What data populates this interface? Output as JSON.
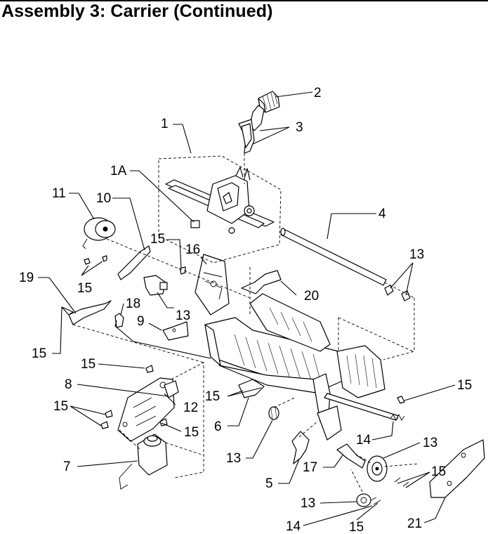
{
  "page": {
    "title": "Assembly 3: Carrier (Continued)"
  },
  "callouts": {
    "c1": "1",
    "c1a": "1A",
    "c2": "2",
    "c3": "3",
    "c4": "4",
    "c5": "5",
    "c6": "6",
    "c7": "7",
    "c8": "8",
    "c9": "9",
    "c10": "10",
    "c11": "11",
    "c12": "12",
    "c13a": "13",
    "c13b": "13",
    "c13c": "13",
    "c13d": "13",
    "c13e": "13",
    "c14a": "14",
    "c14b": "14",
    "c15a": "15",
    "c15b": "15",
    "c15c": "15",
    "c15d": "15",
    "c15e": "15",
    "c15f": "15",
    "c15g": "15",
    "c15h": "15",
    "c15i": "15",
    "c15j": "15",
    "c16": "16",
    "c17": "17",
    "c18": "18",
    "c19": "19",
    "c20": "20",
    "c21": "21"
  }
}
